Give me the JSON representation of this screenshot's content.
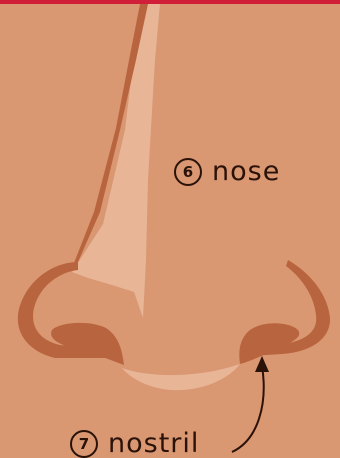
{
  "colors": {
    "skin": "#d99772",
    "highlight": "#e8b597",
    "shadow": "#b8653f",
    "text": "#2b1208",
    "top_bar": "#d11f3a"
  },
  "labels": {
    "nose": {
      "number": "6",
      "text": "nose"
    },
    "nostril": {
      "number": "7",
      "text": "nostril"
    }
  }
}
